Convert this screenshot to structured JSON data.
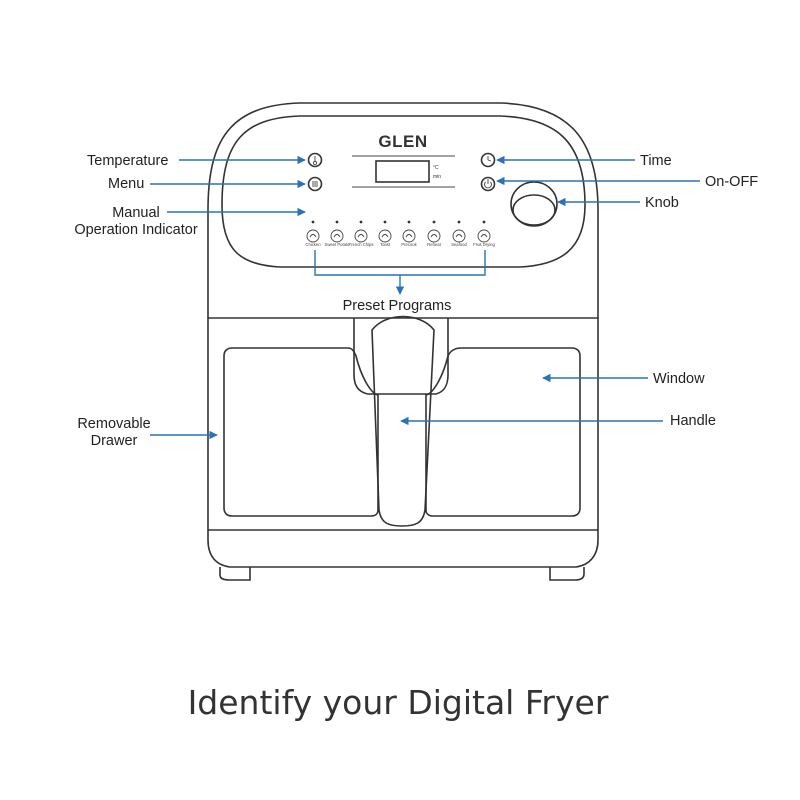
{
  "caption": "Identify your Digital Fryer",
  "brand": "GLEN",
  "display_units": {
    "celsius": "°C",
    "minutes": "min"
  },
  "labels": {
    "temperature": "Temperature",
    "menu": "Menu",
    "manual_line1": "Manual",
    "manual_line2": "Operation Indicator",
    "preset_programs": "Preset Programs",
    "time": "Time",
    "on_off": "On-OFF",
    "knob": "Knob",
    "window": "Window",
    "handle": "Handle",
    "drawer_line1": "Removable",
    "drawer_line2": "Drawer"
  },
  "presets": [
    "Chicken",
    "Sweet Potato",
    "French Chips",
    "Toast",
    "Precook",
    "Reheat",
    "Seafood",
    "Fruit Drying"
  ],
  "colors": {
    "arrow": "#2b72b8",
    "line": "#333333"
  }
}
